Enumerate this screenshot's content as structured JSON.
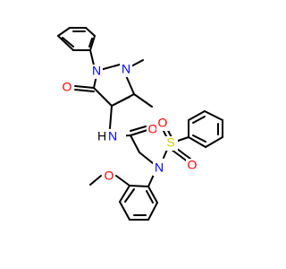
{
  "molecule": {
    "colors": {
      "bond": "#000000",
      "oxygen": "#ff0000",
      "nitrogen": "#0000ff",
      "sulfur": "#cccc00",
      "hydrogen": "#000000",
      "background": "#ffffff"
    },
    "atom_labels": {
      "pyrazolone_carbonyl_oxygen": "O",
      "pyrazole_n1": "N",
      "pyrazole_n2": "N",
      "amide_nh_n": "N",
      "amide_nh_h": "H",
      "amide_carbonyl_oxygen": "O",
      "sulfonamide_n": "N",
      "sulfur": "S",
      "sulfonyl_oxygen_left": "O",
      "sulfonyl_oxygen_right": "O",
      "methoxy_oxygen": "O"
    }
  }
}
